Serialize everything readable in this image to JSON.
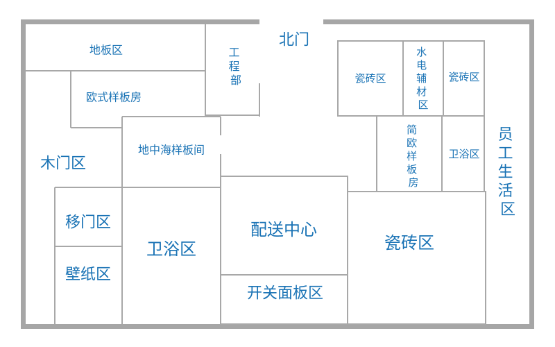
{
  "plan": {
    "north_gate": "北门",
    "zones": {
      "floor_zone": "地板区",
      "engineering_dept": "工程部",
      "european_showroom": "欧式样板房",
      "mediterranean_showroom": "地中海样板间",
      "wood_door_zone": "木门区",
      "sliding_door_zone": "移门区",
      "wallpaper_zone": "壁纸区",
      "bathroom_zone_main": "卫浴区",
      "delivery_center": "配送中心",
      "switch_panel_zone": "开关面板区",
      "tile_zone_large": "瓷砖区",
      "tile_zone_top_left": "瓷砖区",
      "plumbing_electric_zone": "水电辅材区",
      "tile_zone_top_right": "瓷砖区",
      "simple_european_showroom": "简欧样板房",
      "bathroom_zone_small": "卫浴区",
      "staff_living_zone": "员工生活区"
    }
  }
}
